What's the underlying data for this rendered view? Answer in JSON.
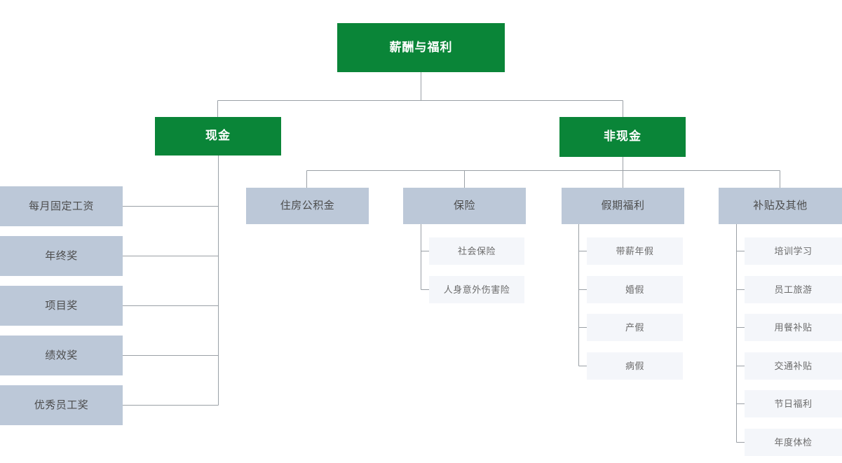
{
  "diagram": {
    "type": "org-tree",
    "title": "薪酬与福利",
    "colors": {
      "root_fill": "#0a8538",
      "level2_fill": "#0a8538",
      "level3_fill": "#bcc8d8",
      "leaf_fill": "#f4f6fa",
      "connector": "#9aa0a6",
      "root_text": "#ffffff",
      "level3_text": "#4c4c4c",
      "leaf_text": "#6b6b6b",
      "background": "#ffffff"
    },
    "root": {
      "label": "薪酬与福利"
    },
    "branches": [
      {
        "id": "cash",
        "label": "现金",
        "children": [
          {
            "label": "每月固定工资"
          },
          {
            "label": "年终奖"
          },
          {
            "label": "项目奖"
          },
          {
            "label": "绩效奖"
          },
          {
            "label": "优秀员工奖"
          }
        ]
      },
      {
        "id": "noncash",
        "label": "非现金",
        "groups": [
          {
            "id": "housing-fund",
            "label": "住房公积金",
            "children": []
          },
          {
            "id": "insurance",
            "label": "保险",
            "children": [
              {
                "label": "社会保险"
              },
              {
                "label": "人身意外伤害险"
              }
            ]
          },
          {
            "id": "leave-benefits",
            "label": "假期福利",
            "children": [
              {
                "label": "带薪年假"
              },
              {
                "label": "婚假"
              },
              {
                "label": "产假"
              },
              {
                "label": "病假"
              }
            ]
          },
          {
            "id": "allowance-other",
            "label": "补贴及其他",
            "children": [
              {
                "label": "培训学习"
              },
              {
                "label": "员工旅游"
              },
              {
                "label": "用餐补贴"
              },
              {
                "label": "交通补贴"
              },
              {
                "label": "节日福利"
              },
              {
                "label": "年度体检"
              }
            ]
          }
        ]
      }
    ]
  }
}
